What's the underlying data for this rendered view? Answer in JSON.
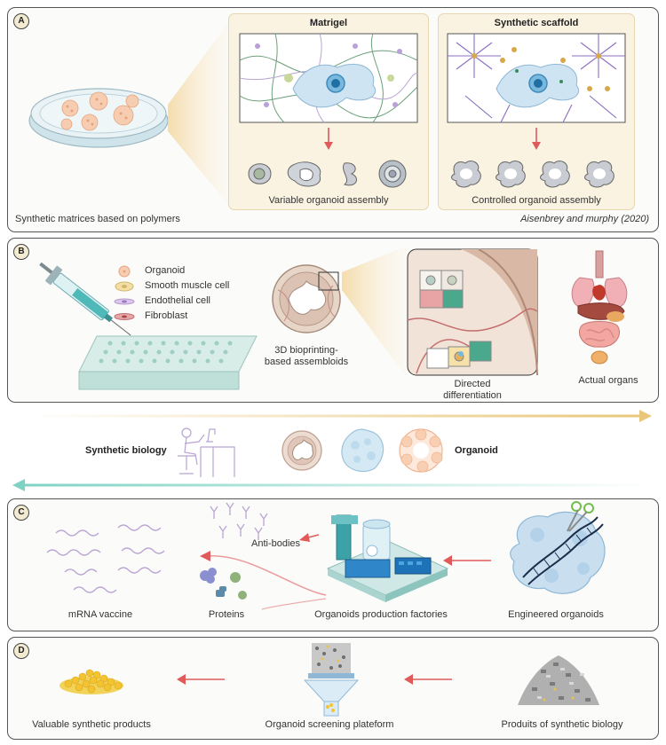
{
  "panel_a": {
    "badge": "A",
    "matrigel_title": "Matrigel",
    "synthetic_title": "Synthetic scaffold",
    "matrigel_caption": "Variable organoid assembly",
    "synthetic_caption": "Controlled organoid assembly",
    "footer_left": "Synthetic matrices based on polymers",
    "footer_right": "Aisenbrey and murphy (2020)"
  },
  "panel_b": {
    "badge": "B",
    "legend": [
      "Organoid",
      "Smooth muscle cell",
      "Endothelial cell",
      "Fibroblast"
    ],
    "assembloid_label": "3D bioprinting-\nbased assembloids",
    "differentiation_label": "Directed\ndifferentiation",
    "organs_label": "Actual organs"
  },
  "middle": {
    "left_label": "Synthetic biology",
    "right_label": "Organoid"
  },
  "panel_c": {
    "badge": "C",
    "antibodies": "Anti-bodies",
    "mrna": "mRNA vaccine",
    "proteins": "Proteins",
    "factories": "Organoids production factories",
    "engineered": "Engineered organoids"
  },
  "panel_d": {
    "badge": "D",
    "products": "Valuable synthetic products",
    "screening": "Organoid screening plateform",
    "produits": "Produits of synthetic biology"
  },
  "colors": {
    "arrow_red": "#e05a5a",
    "panel_fill": "#fbf3e2",
    "gold_arrow": "#e8c77a",
    "teal_arrow": "#7fd3c4"
  }
}
